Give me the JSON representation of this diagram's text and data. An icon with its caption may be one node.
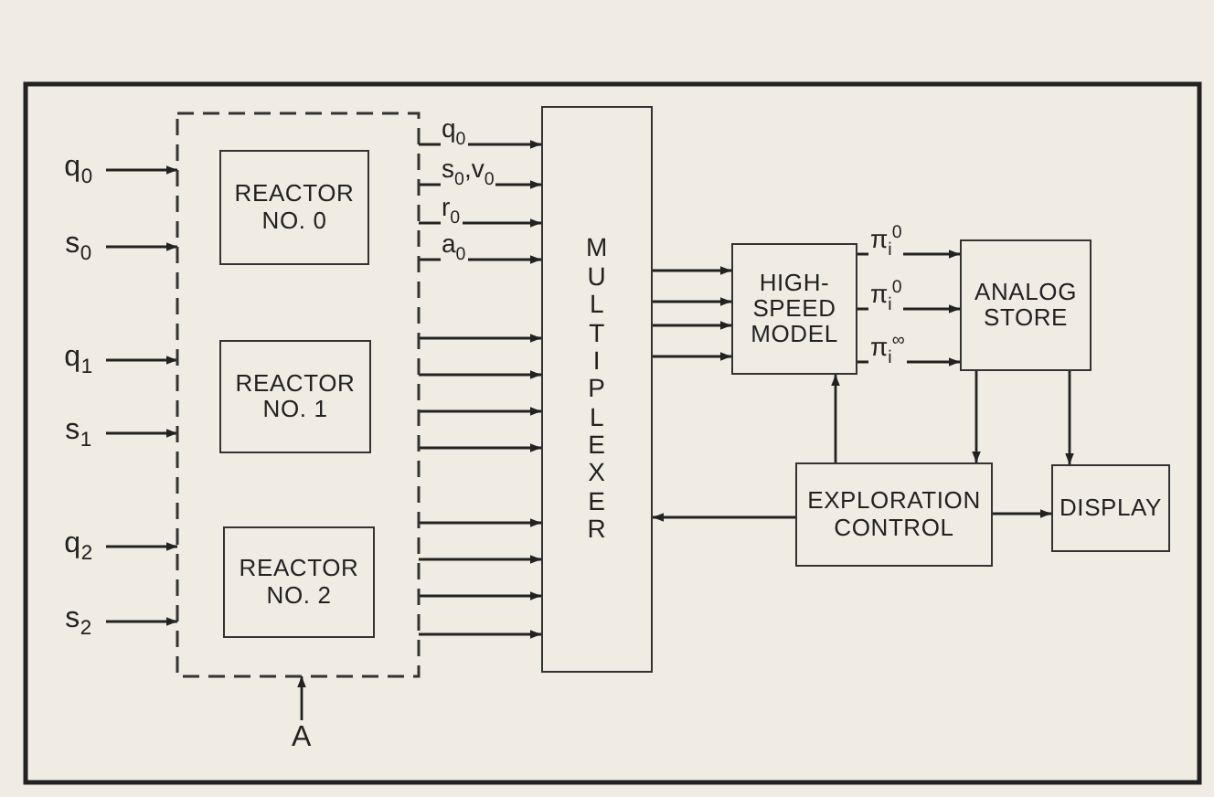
{
  "diagram": {
    "nodes": [
      {
        "text": [],
        "shape": "box"
      },
      {
        "text": [
          "REACTOR NO. 0"
        ],
        "in": 0
      },
      {
        "text": [
          "REACTOR NO. 1"
        ],
        "in": 0
      },
      {
        "text": [
          "REACTOR NO. 2"
        ],
        "in": 0
      },
      {
        "text": [
          "MULTIPLEXER"
        ]
      },
      {
        "text": [
          "HIGH- SPEED MODEL"
        ]
      },
      {
        "text": [
          "ANALOG STORE"
        ]
      },
      {
        "text": [
          "EXPLORATION CONTROL"
        ]
      },
      {
        "text": [
          "DISPLAY"
        ]
      },
      {
        "text": [
          "q$_{0}$"
        ]
      },
      {
        "text": [
          "s$_{0}$"
        ]
      },
      {
        "text": [
          "q$_{1}$"
        ]
      },
      {
        "text": [
          "s$_{1}$"
        ]
      },
      {
        "text": [
          "q$_{2}$"
        ]
      },
      {
        "text": [
          "s$_{2}$"
        ]
      },
      {
        "text": [
          "A"
        ]
      }
    ],
    "edges": [
      {
        "from": 9,
        "to": 0,
        "arrow": "to"
      },
      {
        "from": 10,
        "to": 0,
        "arrow": "to"
      },
      {
        "from": 11,
        "to": 0,
        "arrow": "to"
      },
      {
        "from": 12,
        "to": 0,
        "arrow": "to"
      },
      {
        "from": 13,
        "to": 0,
        "arrow": "to"
      },
      {
        "from": 14,
        "to": 0,
        "arrow": "to"
      },
      {
        "from": 15,
        "to": 0,
        "arrow": "to"
      },
      {
        "from": 0,
        "to": 4,
        "arrow": "to",
        "label": "q$_{0}$"
      },
      {
        "from": 0,
        "to": 4,
        "arrow": "to",
        "label": "s$_{0}$,v$_{0}$"
      },
      {
        "from": 0,
        "to": 4,
        "arrow": "to",
        "label": "r$_{0}$"
      },
      {
        "from": 0,
        "to": 4,
        "arrow": "to",
        "label": "a$_{0}$"
      },
      {
        "from": 0,
        "to": 4,
        "arrow": "to"
      },
      {
        "from": 0,
        "to": 4,
        "arrow": "to"
      },
      {
        "from": 0,
        "to": 4,
        "arrow": "to"
      },
      {
        "from": 0,
        "to": 4,
        "arrow": "to"
      },
      {
        "from": 0,
        "to": 4,
        "arrow": "to"
      },
      {
        "from": 0,
        "to": 4,
        "arrow": "to"
      },
      {
        "from": 0,
        "to": 4,
        "arrow": "to"
      },
      {
        "from": 0,
        "to": 4,
        "arrow": "to"
      },
      {
        "from": 4,
        "to": 5,
        "arrow": "to"
      },
      {
        "from": 4,
        "to": 5,
        "arrow": "to"
      },
      {
        "from": 4,
        "to": 5,
        "arrow": "to"
      },
      {
        "from": 4,
        "to": 5,
        "arrow": "to"
      },
      {
        "from": 5,
        "to": 6,
        "arrow": "to",
        "label": "π$_{i}$$^{0}$"
      },
      {
        "from": 5,
        "to": 6,
        "arrow": "to",
        "label": "π$_{i}$$^{0}$"
      },
      {
        "from": 5,
        "to": 6,
        "arrow": "to",
        "label": "π$_{i}$$^{∞}$"
      },
      {
        "from": 7,
        "to": 5,
        "arrow": "to"
      },
      {
        "from": 6,
        "to": 7,
        "arrow": "to"
      },
      {
        "from": 6,
        "to": 8,
        "arrow": "to"
      },
      {
        "from": 7,
        "to": 4,
        "arrow": "to"
      },
      {
        "from": 7,
        "to": 8,
        "arrow": "to"
      }
    ]
  }
}
